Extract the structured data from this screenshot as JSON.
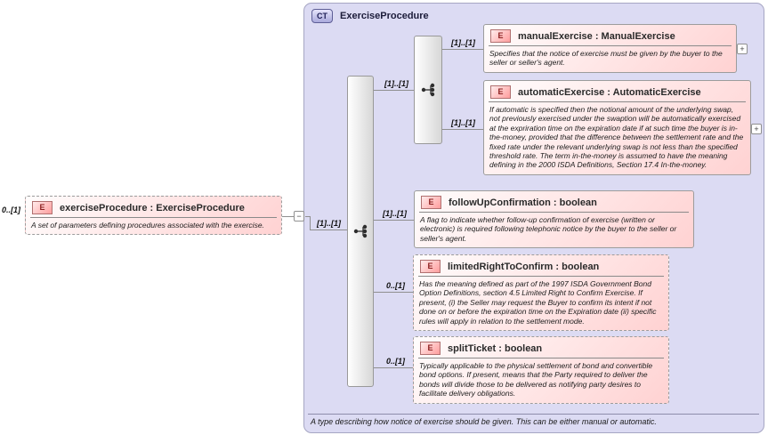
{
  "complex_type": {
    "badge": "CT",
    "title": "ExerciseProcedure",
    "footer_annotation": "A type describing how notice of exercise should be given. This can be either manual or automatic.",
    "sequence_cardinality": "[1]..[1]",
    "choice_cardinality": "[1]..[1]"
  },
  "source_element": {
    "cardinality_label": "0..[1]",
    "badge": "E",
    "title": "exerciseProcedure : ExerciseProcedure",
    "annotation": "A set of parameters defining procedures associated with the exercise.",
    "collapse_glyph": "−"
  },
  "elements": [
    {
      "badge": "E",
      "title": "manualExercise : ManualExercise",
      "cardinality": "[1]..[1]",
      "annotation": "Specifies that the notice of exercise must be given by the buyer to the seller or seller's agent.",
      "expand_glyph": "+"
    },
    {
      "badge": "E",
      "title": "automaticExercise : AutomaticExercise",
      "cardinality": "[1]..[1]",
      "annotation": "If automatic is specified then the notional amount of the underlying swap, not previously exercised under the swaption will be automatically exercised at the expriration time on the expiration date if at such time the buyer is in-the-money, provided that the difference between the settlement rate and the fixed rate under the relevant underlying swap is not less than the specified threshold rate. The term in-the-money is assumed to have the meaning defining in the 2000 ISDA Definitions, Section 17.4 In-the-money.",
      "expand_glyph": "+"
    },
    {
      "badge": "E",
      "title": "followUpConfirmation : boolean",
      "cardinality": "[1]..[1]",
      "annotation": "A flag to indicate whether follow-up confirmation of exercise (written or electronic) is required following telephonic notice by the buyer to the seller or seller's agent."
    },
    {
      "badge": "E",
      "title": "limitedRightToConfirm : boolean",
      "cardinality": "0..[1]",
      "annotation": "Has the meaning defined as part of the 1997 ISDA Government Bond Option Definitions, section 4.5 Limited Right to Confirm Exercise. If present, (i) the Seller may request the Buyer to confirm its intent if not done on or before the expiration time on the Expiration date (ii) specific rules will apply in relation to the settlement mode."
    },
    {
      "badge": "E",
      "title": "splitTicket : boolean",
      "cardinality": "0..[1]",
      "annotation": "Typically applicable to the physical settlement of bond and convertible bond options. If present, means that the Party required to deliver the bonds will divide those to be delivered as notifying party desires to facilitate delivery obligations."
    }
  ],
  "colors": {
    "container_fill": "#dcdbf3",
    "container_border": "#a6a6c3",
    "element_fill_start": "#fffdfd",
    "element_fill_end": "#ffd2d2",
    "element_border": "#9c9c9c",
    "badge_e_text": "#8b1f1f",
    "badge_ct_text": "#1d1d55",
    "connector": "#8f8f8f"
  }
}
